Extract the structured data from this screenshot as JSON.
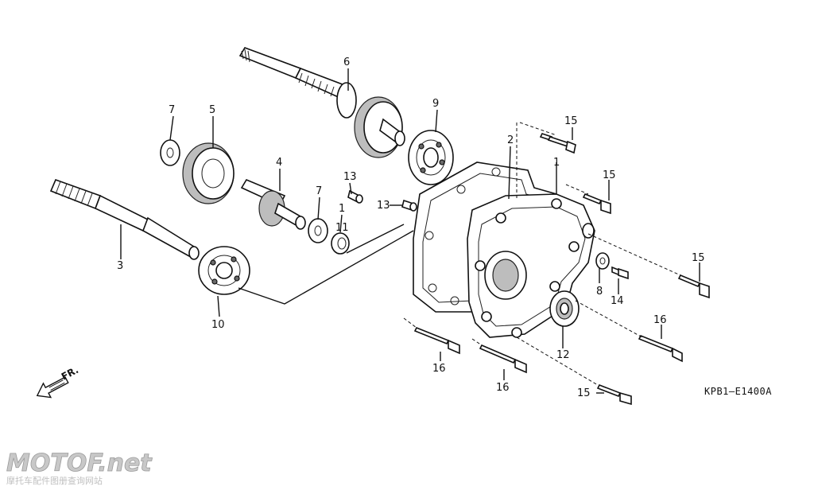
{
  "diagram": {
    "code": "KPB1—E1400A",
    "direction_label": "FR.",
    "callouts": {
      "c1": "1",
      "c1b": "1",
      "c2": "2",
      "c3": "3",
      "c4": "4",
      "c5": "5",
      "c6": "6",
      "c7a": "7",
      "c7b": "7",
      "c8": "8",
      "c9": "9",
      "c10": "10",
      "c11": "11",
      "c12": "12",
      "c13a": "13",
      "c13b": "13",
      "c14": "14",
      "c15a": "15",
      "c15b": "15",
      "c15c": "15",
      "c15d": "15",
      "c16a": "16",
      "c16b": "16",
      "c16c": "16"
    }
  },
  "watermark": {
    "brand": "MOTOF.net",
    "tagline": "摩托车配件图册查询网站"
  }
}
